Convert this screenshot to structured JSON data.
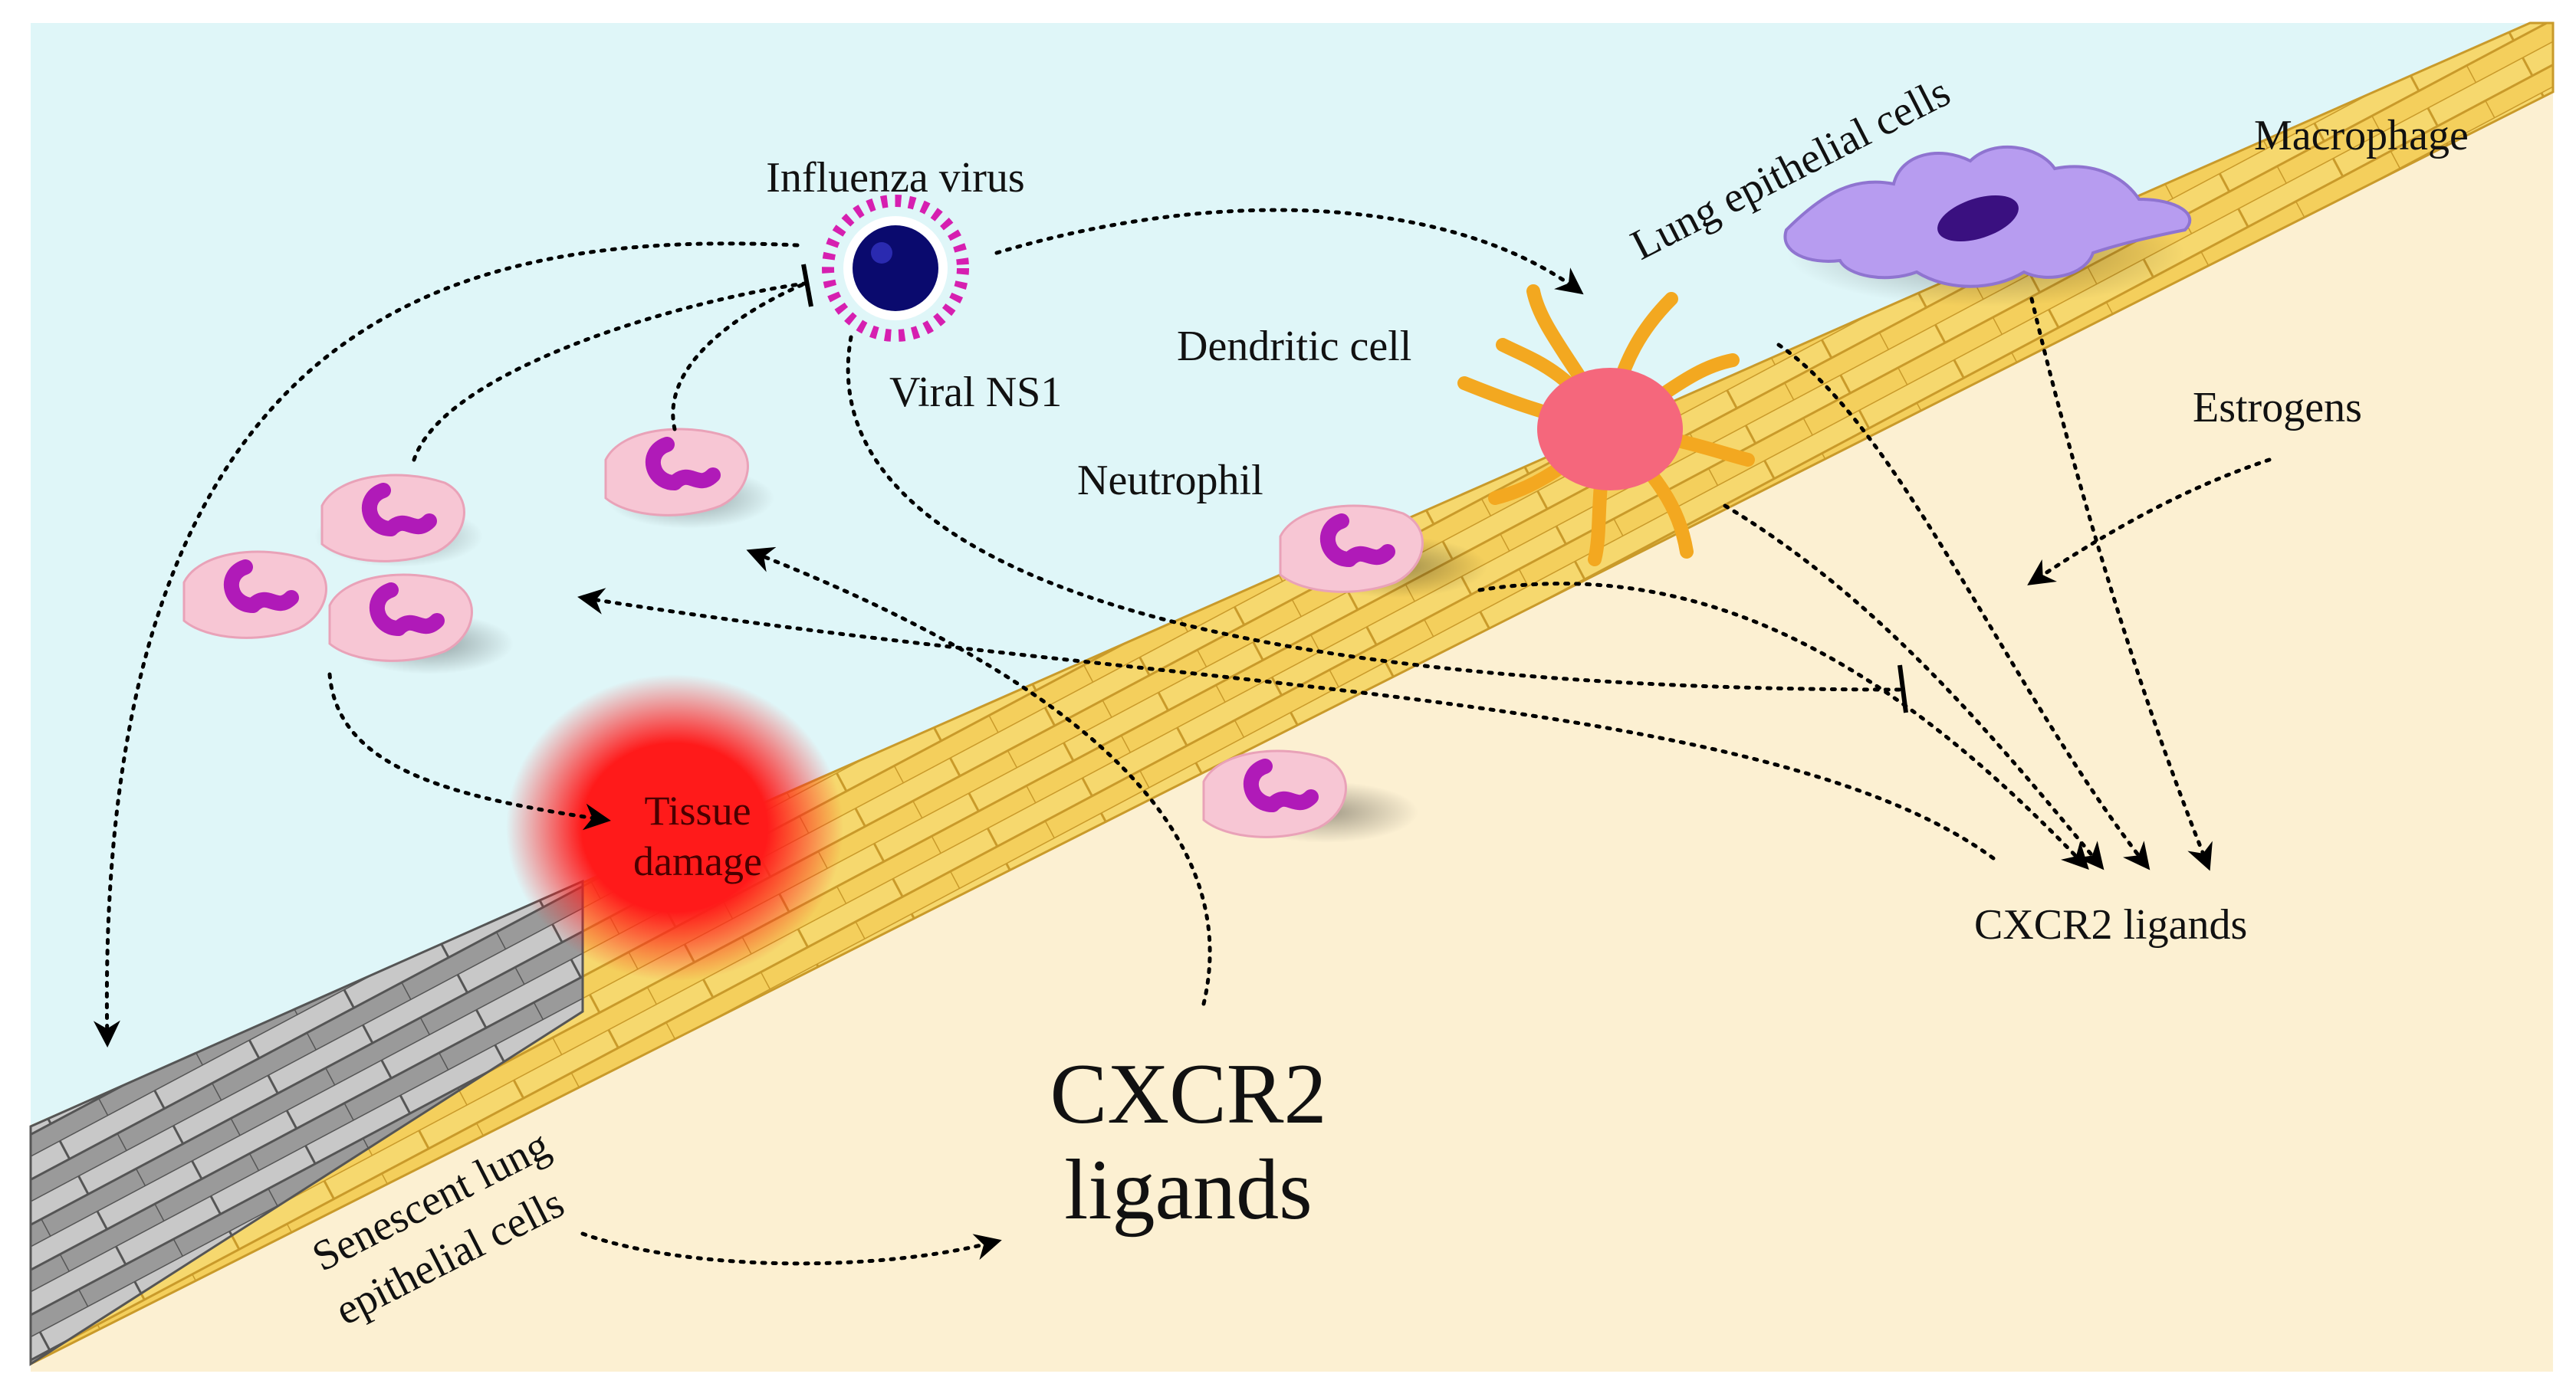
{
  "diagram": {
    "labels": {
      "influenza_virus": "Influenza virus",
      "viral_ns1": "Viral NS1",
      "lung_epithelial_cells": "Lung epithelial cells",
      "macrophage": "Macrophage",
      "dendritic_cell": "Dendritic cell",
      "neutrophil": "Neutrophil",
      "estrogens": "Estrogens",
      "tissue_damage_line1": "Tissue",
      "tissue_damage_line2": "damage",
      "cxcr2_ligands_small": "CXCR2 ligands",
      "cxcr2_ligands_big_line1": "CXCR2",
      "cxcr2_ligands_big_line2": "ligands",
      "senescent_line1": "Senescent lung",
      "senescent_line2": "epithelial cells"
    },
    "colors": {
      "airway": "#dff6f8",
      "tissue": "#fcf0d2",
      "epithelium": "#f4cf5c",
      "epithelium_dark": "#c99a2a",
      "senescent": "#8c8c8c",
      "neutrophil_body": "#f7c6d4",
      "neutrophil_nucleus": "#b01ab8",
      "virus_core": "#0a0a6e",
      "virus_spikes": "#d61fb0",
      "macrophage": "#b79cf0",
      "dendritic_body": "#f5677c",
      "dendritic_arms": "#f3a820",
      "tissue_damage": "#ff1a1a"
    }
  }
}
